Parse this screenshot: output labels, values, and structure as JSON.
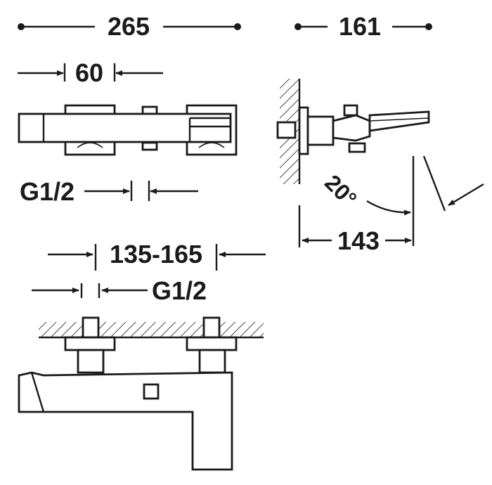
{
  "diagram": {
    "dimensions": {
      "overall_width": "265",
      "projection": "161",
      "handle_width": "60",
      "inlet_thread_top": "G1/2",
      "angle": "20°",
      "spout_reach": "143",
      "inlet_centers": "135-165",
      "inlet_thread_bottom": "G1/2"
    },
    "colors": {
      "line": "#1a1a1a",
      "background": "#ffffff"
    }
  }
}
